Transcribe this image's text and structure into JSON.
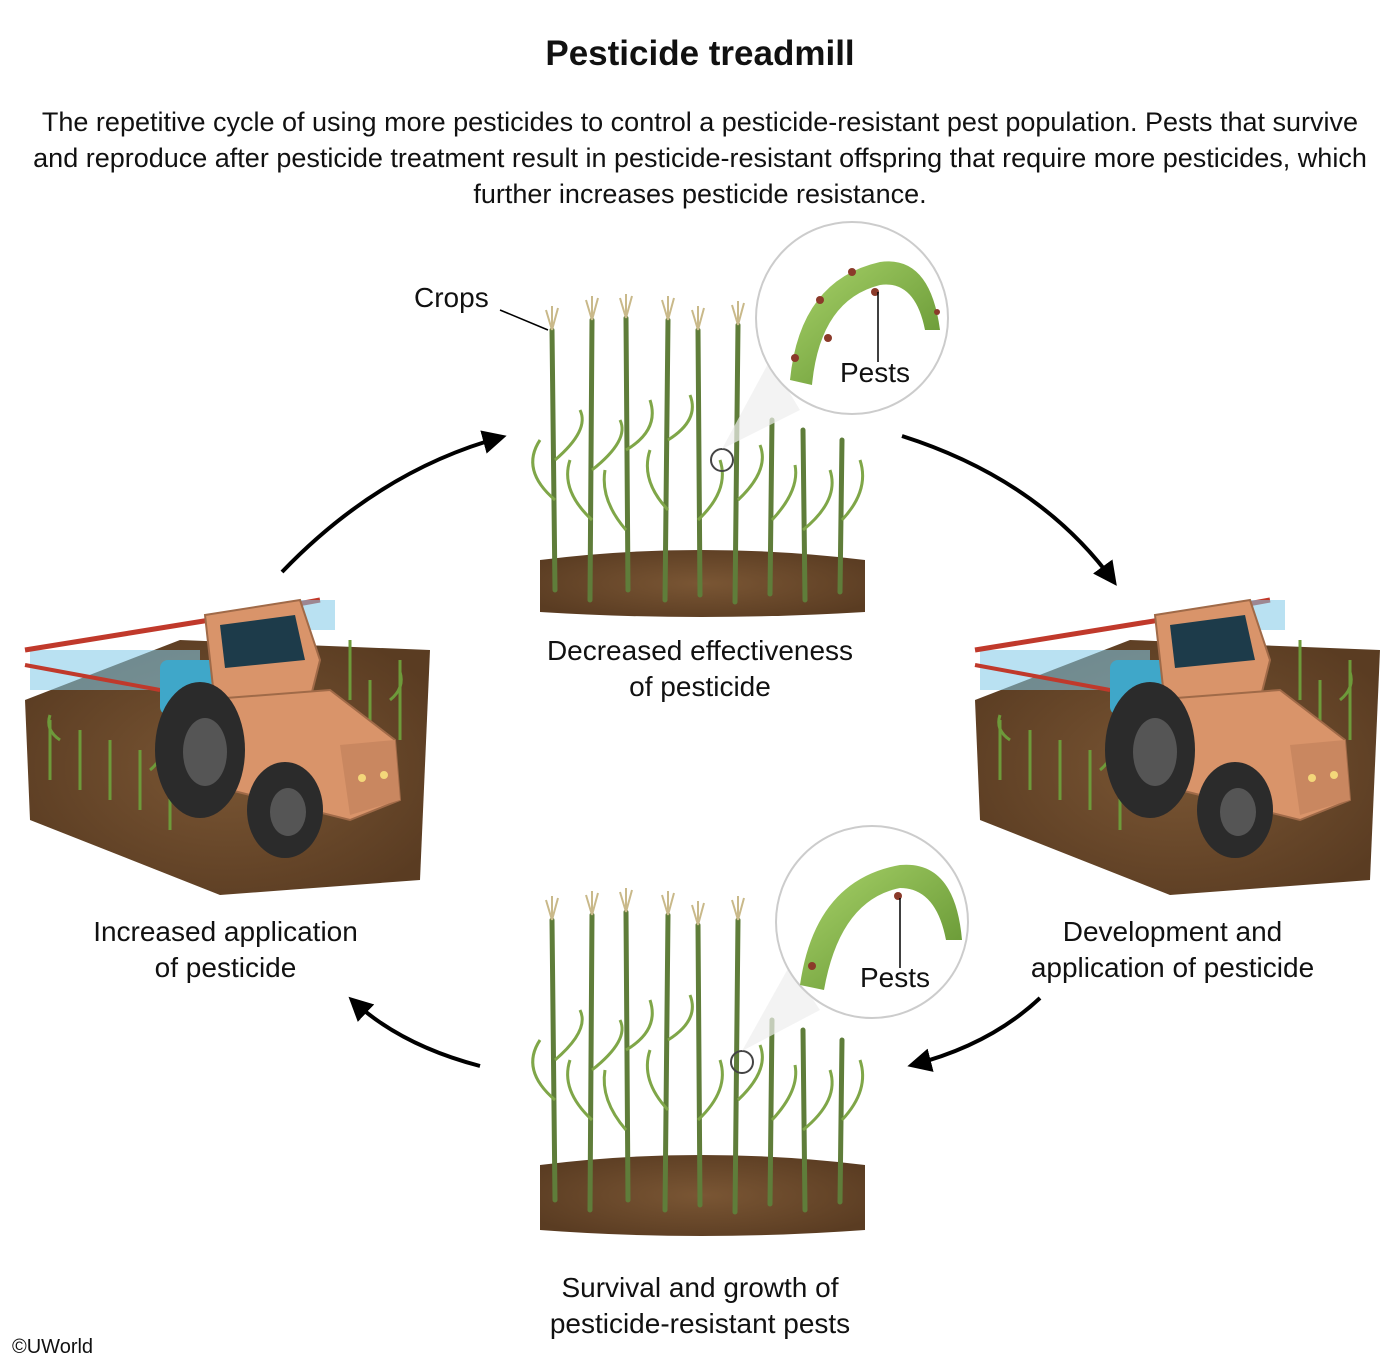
{
  "title": "Pesticide treadmill",
  "description": "The repetitive cycle of using more pesticides to control a pesticide-resistant pest population. Pests that survive and reproduce after pesticide treatment result in pesticide-resistant offspring that require more pesticides, which further increases pesticide resistance.",
  "stages": {
    "top": {
      "line1": "Decreased effectiveness",
      "line2": "of pesticide"
    },
    "right": {
      "line1": "Development and",
      "line2": "application of pesticide"
    },
    "bottom": {
      "line1": "Survival and growth of",
      "line2": "pesticide-resistant pests"
    },
    "left": {
      "line1": "Increased application",
      "line2": "of pesticide"
    }
  },
  "callouts": {
    "crops": "Crops",
    "pests_top": "Pests",
    "pests_bottom": "Pests"
  },
  "copyright": "©UWorld",
  "colors": {
    "soil": "#6b4a2e",
    "stalk": "#5f7d3a",
    "leaf": "#8dbb4f",
    "tractor": "#d9946a",
    "boom": "#c0392b",
    "spray": "#7fc8e8"
  }
}
